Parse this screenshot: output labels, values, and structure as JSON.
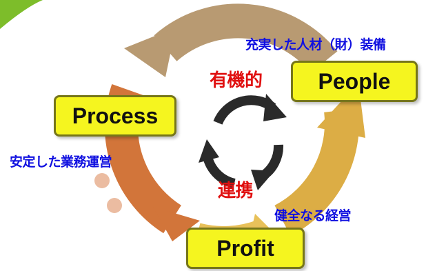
{
  "diagram": {
    "center_top_label": "有機的",
    "center_bottom_label": "連携",
    "nodes": [
      {
        "id": "people",
        "label": "People",
        "caption": "充実した人材（財）装備"
      },
      {
        "id": "process",
        "label": "Process",
        "caption": "安定した業務運営"
      },
      {
        "id": "profit",
        "label": "Profit",
        "caption": "健全なる経営"
      }
    ]
  },
  "colors": {
    "arc_top": "#b89a72",
    "arc_left": "#d2753a",
    "arc_right": "#dcad45",
    "arc_bottom": "#e8c15a",
    "box_fill": "#f5f51f",
    "box_border": "#76761a",
    "caption_text": "#1010e0",
    "center_text": "#e01010",
    "cycle_icon": "#2a2a2a",
    "corner_accent": "#7dbd2a"
  },
  "icons": [
    "cycle-arrows-icon",
    "decorative-circle-icon"
  ]
}
